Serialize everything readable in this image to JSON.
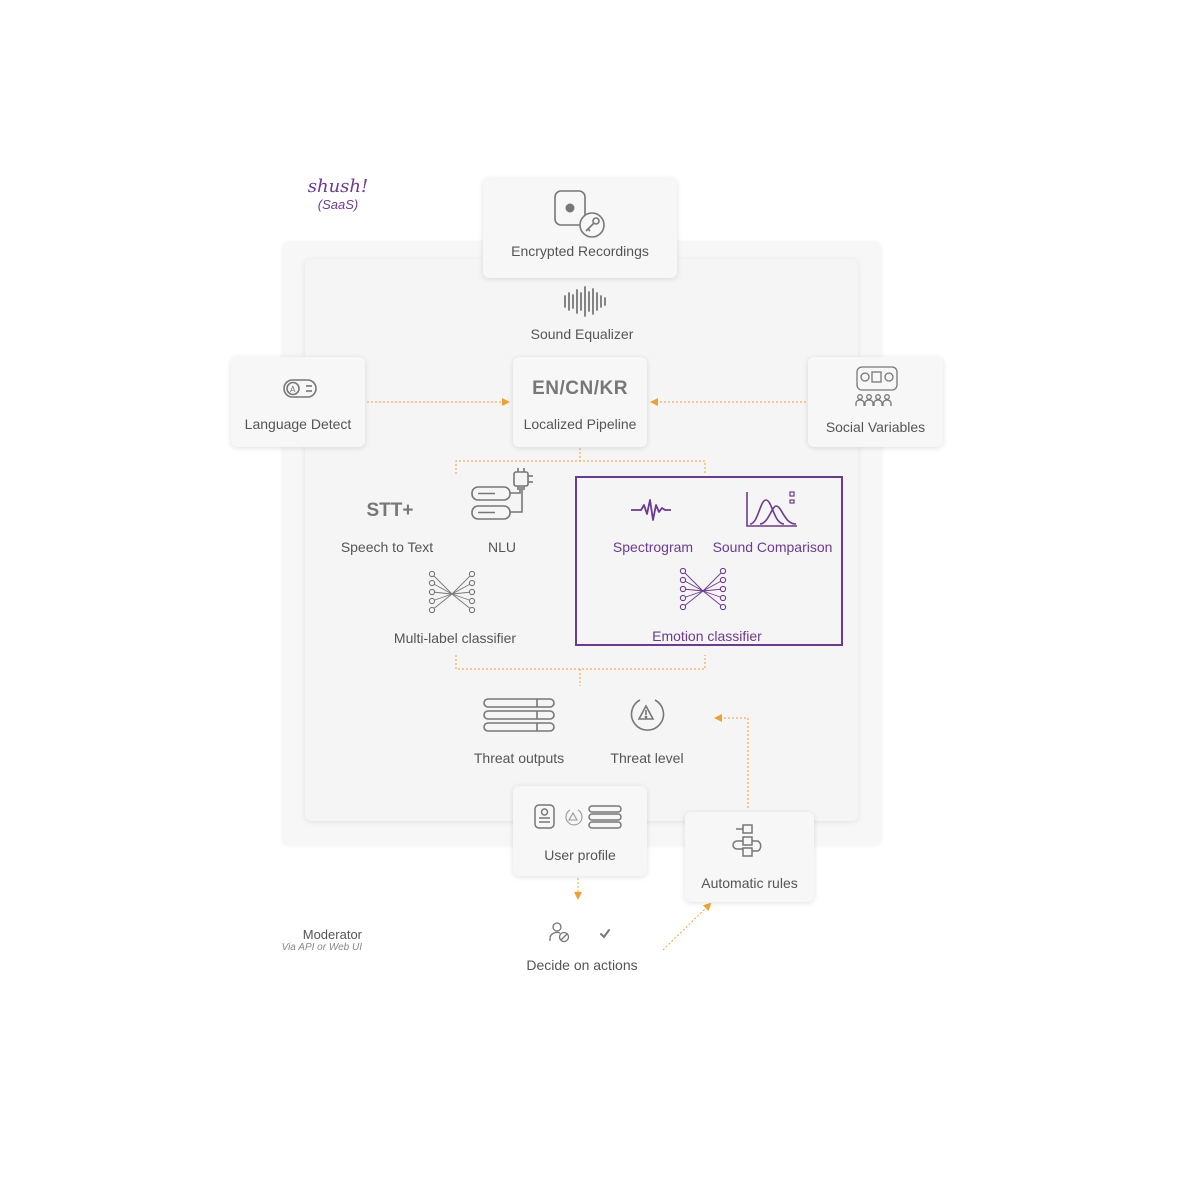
{
  "brand": {
    "name": "shush!",
    "subtitle": "(SaaS)",
    "color": "#6b3a92"
  },
  "colors": {
    "accent_purple": "#6b3a92",
    "arrow_orange": "#f0a030",
    "icon_gray": "#777777"
  },
  "nodes": {
    "encrypted_recordings": {
      "label": "Encrypted Recordings",
      "icon": "recording-lock-icon"
    },
    "sound_equalizer": {
      "label": "Sound Equalizer",
      "icon": "waveform-icon"
    },
    "language_detect": {
      "label": "Language Detect",
      "icon": "language-toggle-icon"
    },
    "localized_pipeline": {
      "label": "Localized Pipeline",
      "languages": "EN/CN/KR"
    },
    "social_variables": {
      "label": "Social Variables",
      "icon": "social-grid-icon"
    },
    "speech_to_text": {
      "label": "Speech to Text",
      "badge": "STT+"
    },
    "nlu": {
      "label": "NLU",
      "icon": "chat-chip-icon"
    },
    "multi_label_classifier": {
      "label": "Multi-label classifier",
      "icon": "neural-network-icon"
    },
    "spectrogram": {
      "label": "Spectrogram",
      "icon": "spectrogram-icon"
    },
    "sound_comparison": {
      "label": "Sound Comparison",
      "icon": "distribution-curve-icon"
    },
    "emotion_classifier": {
      "label": "Emotion classifier",
      "icon": "neural-network-icon"
    },
    "threat_outputs": {
      "label": "Threat outputs",
      "icon": "stacked-bars-icon"
    },
    "threat_level": {
      "label": "Threat level",
      "icon": "warning-gauge-icon"
    },
    "user_profile": {
      "label": "User profile",
      "icon": "profile-icon"
    },
    "automatic_rules": {
      "label": "Automatic rules",
      "icon": "flowchart-icon"
    },
    "decide_on_actions": {
      "label": "Decide on actions",
      "icon": "user-block-icon"
    }
  },
  "moderator": {
    "title": "Moderator",
    "subtitle": "Via API or Web UI"
  }
}
